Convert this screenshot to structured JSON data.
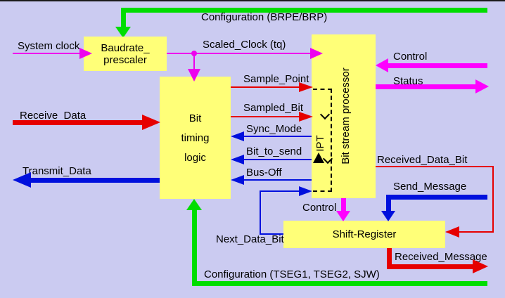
{
  "diagram": {
    "title_context": "CAN bit timing block diagram",
    "buses": {
      "configuration_top": "Configuration (BRPE/BRP)",
      "configuration_bottom": "Configuration (TSEG1, TSEG2, SJW)"
    },
    "blocks": {
      "baudrate_prescaler": {
        "lines": [
          "Baudrate_",
          "prescaler"
        ]
      },
      "bit_timing_logic": {
        "lines": [
          "Bit",
          "timing",
          "logic"
        ]
      },
      "bit_stream_processor": {
        "label": "Bit stream processor"
      },
      "shift_register": {
        "label": "Shift-Register"
      },
      "ipt": {
        "label": "IPT"
      }
    },
    "signals": {
      "system_clock": "System clock",
      "scaled_clock": "Scaled_Clock (tq)",
      "control_right": "Control",
      "status": "Status",
      "sample_point": "Sample_Point",
      "sampled_bit": "Sampled_Bit",
      "sync_mode": "Sync_Mode",
      "bit_to_send": "Bit_to_send",
      "bus_off": "Bus-Off",
      "receive_data": "Receive_Data",
      "transmit_data": "Transmit_Data",
      "received_data_bit": "Received_Data_Bit",
      "send_message": "Send_Message",
      "control_shift": "Control",
      "next_data_bit": "Next_Data_Bit",
      "received_message": "Received_Message"
    },
    "colors": {
      "background": "#cbcbf1",
      "block_fill": "#ffff78",
      "green_bus": "#00dd00",
      "magenta": "#ff00ff",
      "red": "#e60000",
      "blue": "#0010dd",
      "text": "#000000"
    }
  }
}
